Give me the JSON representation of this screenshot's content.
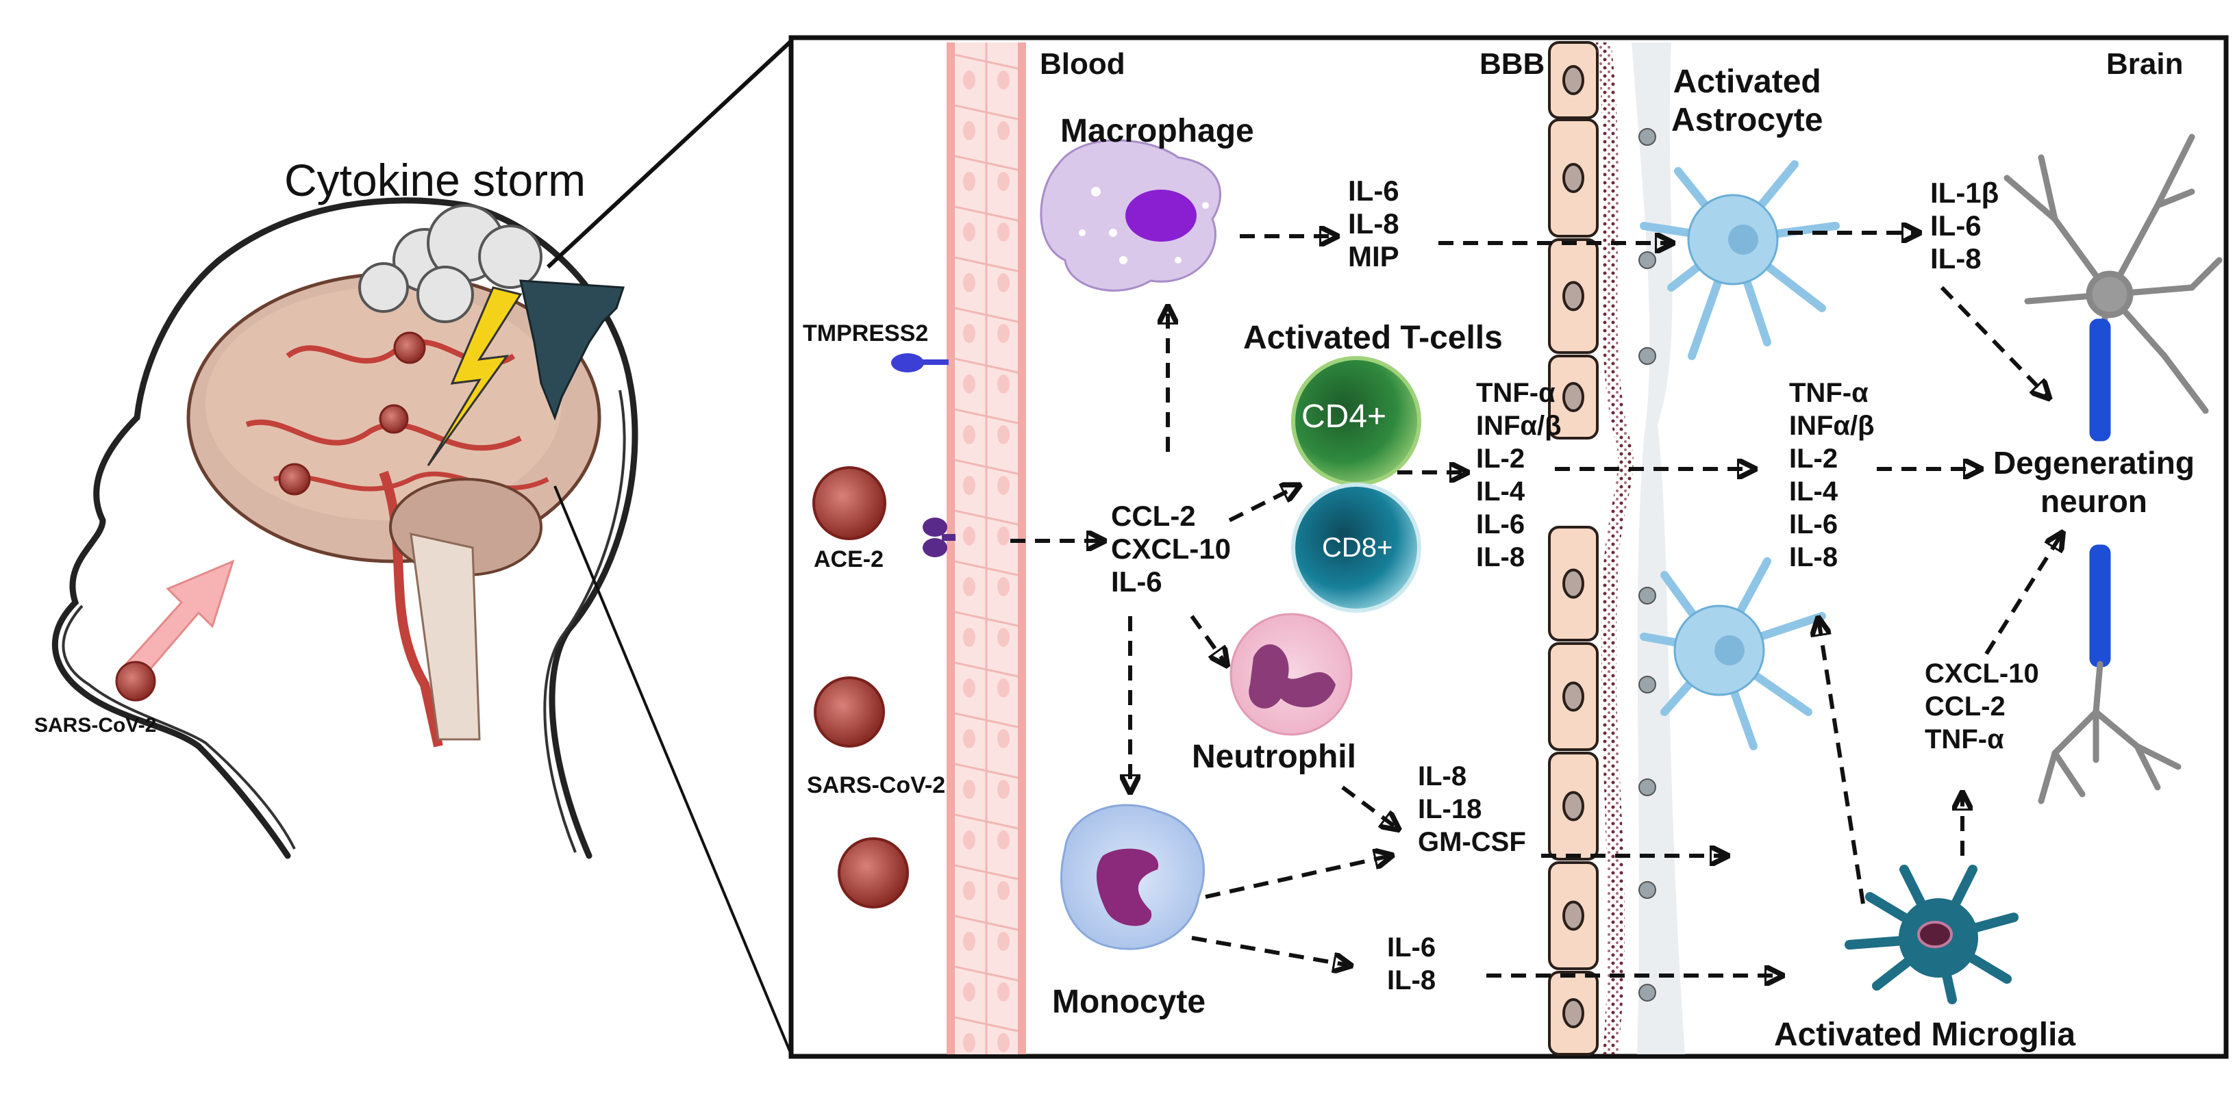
{
  "head": {
    "title": "Cytokine storm",
    "virus_label": "SARS-CoV-2"
  },
  "regions": {
    "blood": "Blood",
    "bbb": "BBB",
    "brain": "Brain"
  },
  "receptors": {
    "tmpress2": "TMPRESS2",
    "ace2": "ACE-2"
  },
  "virus_label": "SARS-CoV-2",
  "cells": {
    "macrophage": "Macrophage",
    "activated_tcells": "Activated T-cells",
    "cd4": "CD4+",
    "cd8": "CD8+",
    "neutrophil": "Neutrophil",
    "monocyte": "Monocyte",
    "astrocyte_line1": "Activated",
    "astrocyte_line2": "Astrocyte",
    "microglia": "Activated Microglia",
    "neuron_line1": "Degenerating",
    "neuron_line2": "neuron"
  },
  "cytokines": {
    "macrophage_out": [
      "IL-6",
      "IL-8",
      "MIP"
    ],
    "astrocyte_out": [
      "IL-1β",
      "IL-6",
      "IL-8"
    ],
    "entry": [
      "CCL-2",
      "CXCL-10",
      "IL-6"
    ],
    "tcell_out": [
      "TNF-α",
      "INFα/β",
      "IL-2",
      "IL-4",
      "IL-6",
      "IL-8"
    ],
    "brain_side": [
      "TNF-α",
      "INFα/β",
      "IL-2",
      "IL-4",
      "IL-6",
      "IL-8"
    ],
    "neutrophil_out": [
      "IL-8",
      "IL-18",
      "GM-CSF"
    ],
    "monocyte_out": [
      "IL-6",
      "IL-8"
    ],
    "microglia_out": [
      "CXCL-10",
      "CCL-2",
      "TNF-α"
    ]
  },
  "colors": {
    "vessel": "#f4a9a6",
    "virus": "#b0463d",
    "astrocyte": "#a9d4ee",
    "microglia": "#1e6e86",
    "macrophage": "#d9c8ea",
    "bbb_cell": "#f6d8c4"
  }
}
